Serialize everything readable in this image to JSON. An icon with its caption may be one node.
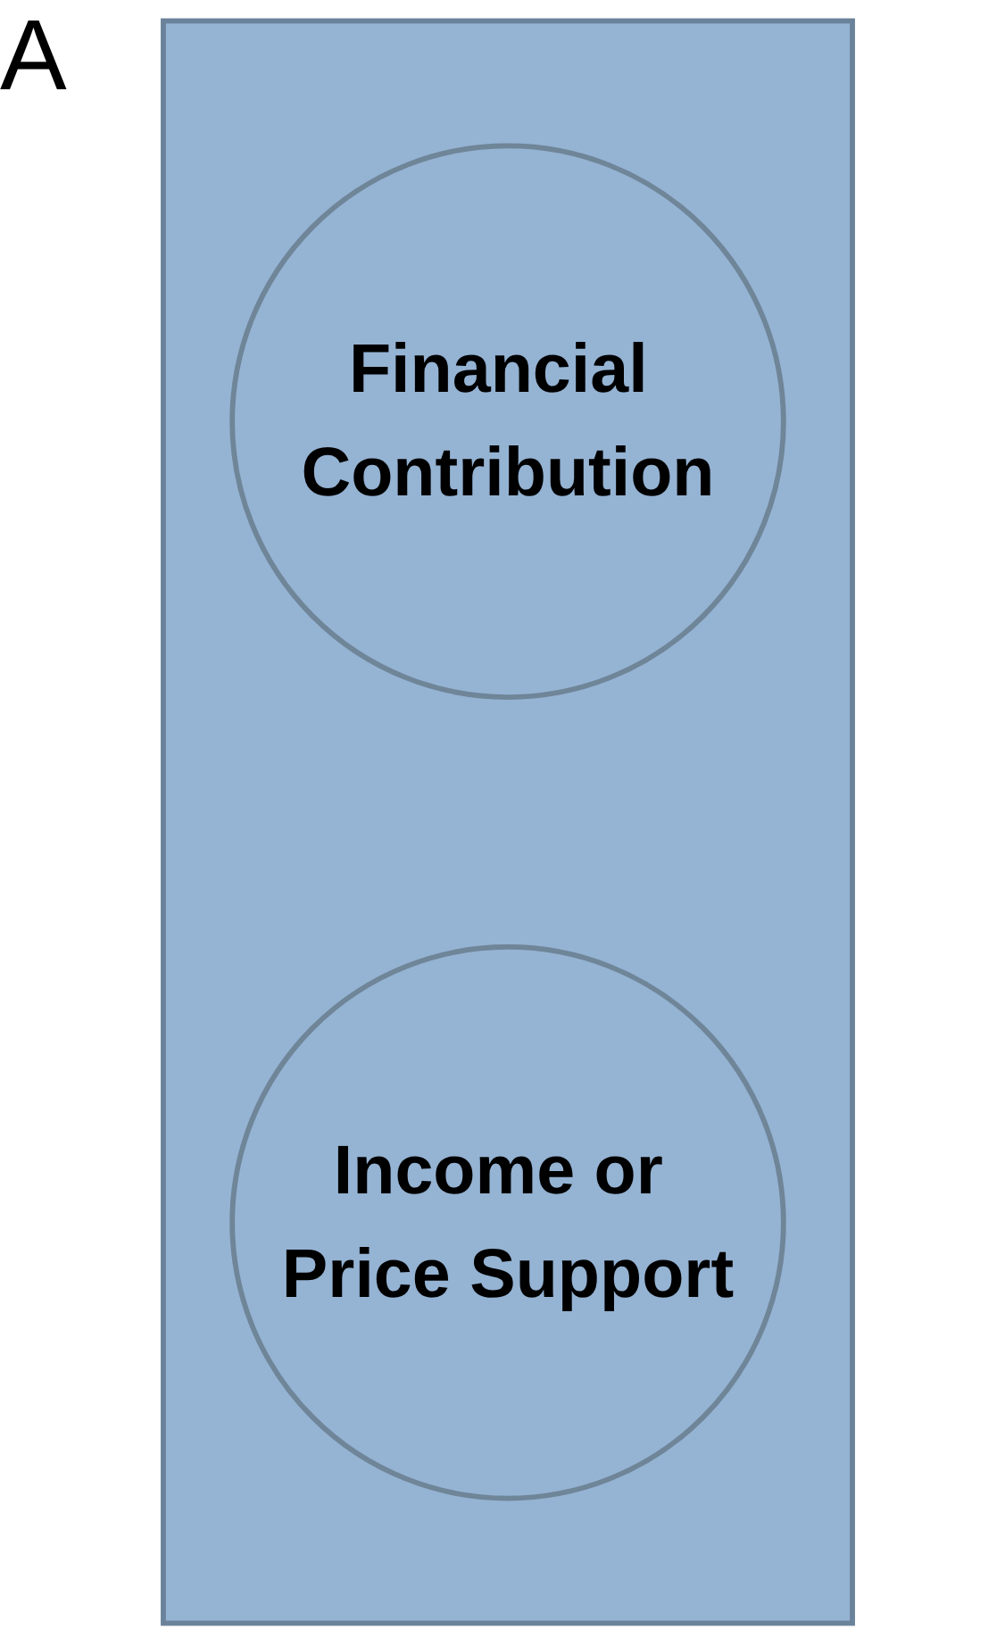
{
  "diagram": {
    "nodes": [
      {
        "text": [],
        "shape": "box"
      },
      {
        "text": [
          "Financial Contribution"
        ],
        "in": 0
      },
      {
        "text": [
          "Income or Price Support"
        ],
        "in": 0
      }
    ],
    "edges": [],
    "labels": [
      "A"
    ]
  }
}
